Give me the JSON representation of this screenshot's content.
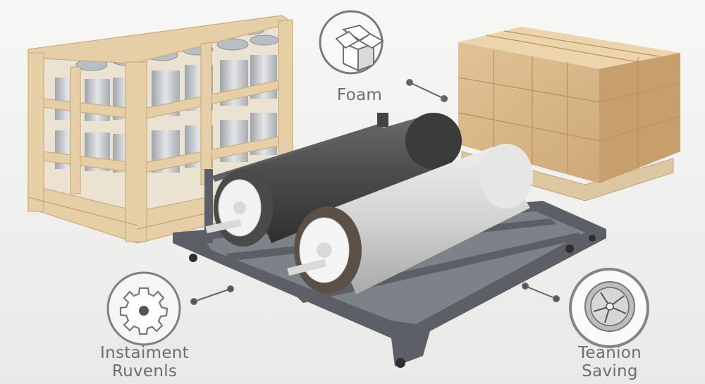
{
  "callouts": [
    {
      "id": "foam",
      "icon": "open-box-icon",
      "lines": [
        "Foam"
      ]
    },
    {
      "id": "instaiment",
      "icon": "gear-icon",
      "lines": [
        "Instaiment",
        "Ruvenls"
      ]
    },
    {
      "id": "teanion",
      "icon": "wheel-icon",
      "lines": [
        "Teanion",
        "Saving"
      ]
    }
  ],
  "colors": {
    "background": "#f1f1f0",
    "wood": "#e6cfa6",
    "cardboard": "#d9b98a",
    "frame": "#5c6066",
    "foam_dark": "#4a4a4a",
    "foam_light": "#cfcfcf",
    "label": "#6e6e6e"
  }
}
